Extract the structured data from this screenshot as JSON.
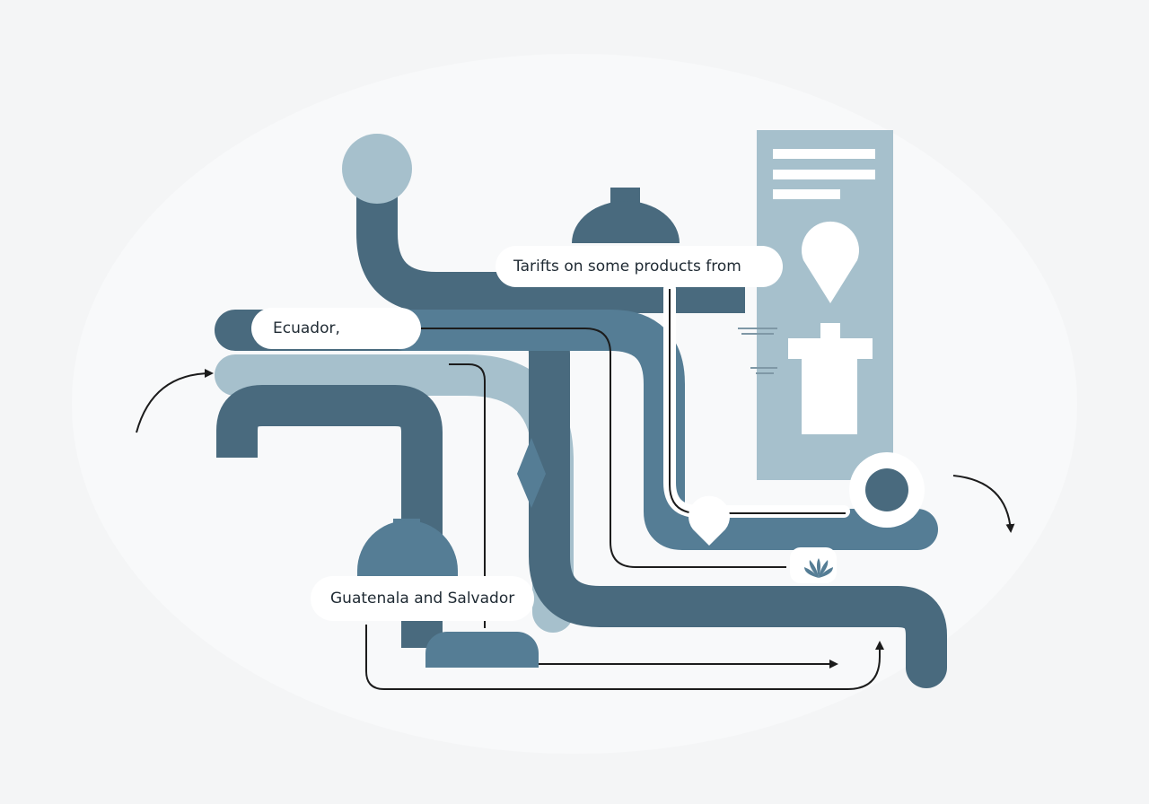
{
  "labels": {
    "tariffs": "Tarifts on some products from",
    "ecuador": "Ecuador,",
    "guatemala": "Guatenala and Salvador"
  },
  "colors": {
    "background": "#f4f5f6",
    "dark_pipe": "#496a7e",
    "mid_pipe": "#557d95",
    "light_pipe": "#a6c0cc",
    "line": "#1c1c1c",
    "card": "#a6c0cc",
    "label_bg": "#ffffff"
  }
}
